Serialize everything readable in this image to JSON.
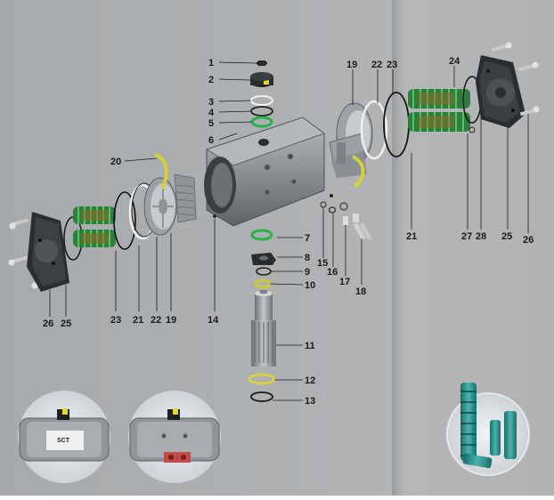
{
  "callouts": [
    "1",
    "2",
    "3",
    "4",
    "5",
    "6",
    "7",
    "8",
    "9",
    "10",
    "11",
    "12",
    "13",
    "14",
    "15",
    "16",
    "17",
    "18",
    "19",
    "20",
    "21",
    "22",
    "23",
    "24",
    "25",
    "26",
    "27",
    "28"
  ],
  "left_cap_labels": [
    "26",
    "25",
    "23",
    "21",
    "22",
    "19"
  ],
  "right_cap_labels": [
    "21",
    "27",
    "28",
    "25",
    "26"
  ],
  "photos": {
    "actuator_front": {
      "nameplate_text": "SCT"
    },
    "colors": {
      "accent_green": "#1f8f3c",
      "o_ring_yellow": "#d8d030",
      "body_aluminum": "#8d9397",
      "spring_teal": "#2f8f8a",
      "background_left": "#a9acae",
      "background_right": "#b3b5b7"
    }
  }
}
